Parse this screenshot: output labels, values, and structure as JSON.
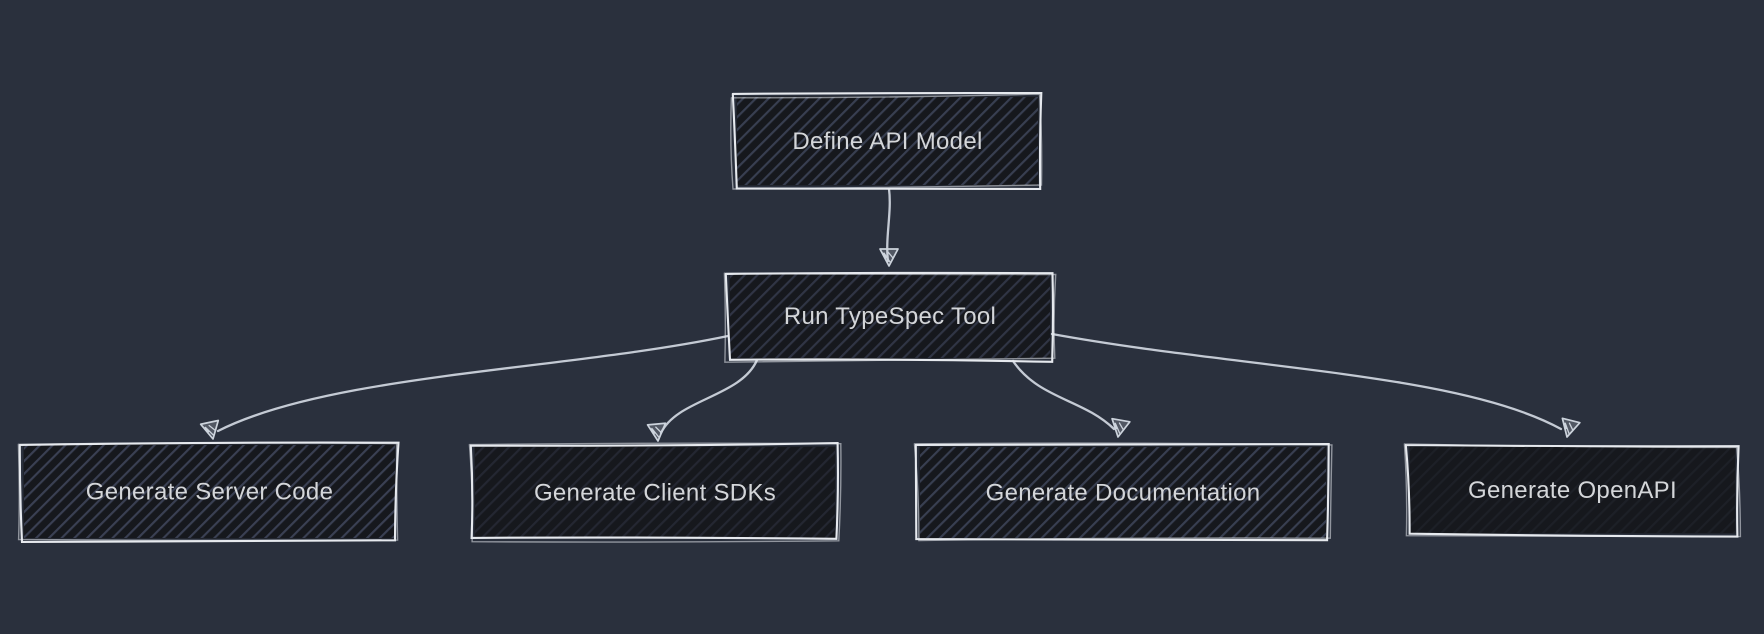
{
  "diagram": {
    "type": "flowchart",
    "style": "hand-drawn-dark",
    "background_color": "#2a303d",
    "node_fill_color": "#16181d",
    "node_hatch_color": "#5b6585",
    "node_border_color": "#e6e9ee",
    "node_text_color": "#d4d6d9",
    "edge_color": "#ccd3dc",
    "nodes": [
      {
        "id": "define-api-model",
        "label": "Define API Model"
      },
      {
        "id": "run-typespec-tool",
        "label": "Run TypeSpec Tool"
      },
      {
        "id": "generate-server-code",
        "label": "Generate Server Code"
      },
      {
        "id": "generate-client-sdks",
        "label": "Generate Client SDKs"
      },
      {
        "id": "generate-documentation",
        "label": "Generate Documentation"
      },
      {
        "id": "generate-openapi",
        "label": "Generate OpenAPI"
      }
    ],
    "edges": [
      {
        "from": "define-api-model",
        "to": "run-typespec-tool"
      },
      {
        "from": "run-typespec-tool",
        "to": "generate-server-code"
      },
      {
        "from": "run-typespec-tool",
        "to": "generate-client-sdks"
      },
      {
        "from": "run-typespec-tool",
        "to": "generate-documentation"
      },
      {
        "from": "run-typespec-tool",
        "to": "generate-openapi"
      }
    ]
  }
}
